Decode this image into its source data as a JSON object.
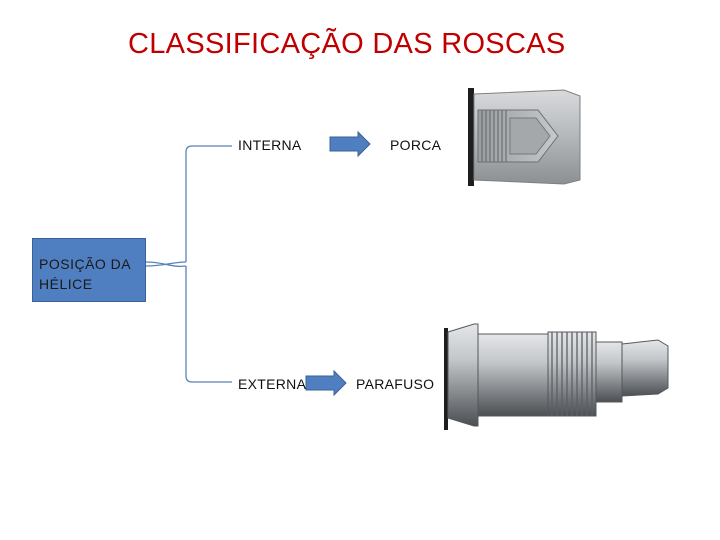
{
  "title": "CLASSIFICAÇÃO DAS ROSCAS",
  "root": {
    "line1": "POSIÇÃO DA",
    "line2": "HÉLICE"
  },
  "branches": [
    {
      "type": "INTERNA",
      "part": "PORCA"
    },
    {
      "type": "EXTERNA",
      "part": "PARAFUSO"
    }
  ],
  "colors": {
    "title": "#c00000",
    "box": "#4f7fc0",
    "arrow": "#4f7fc0",
    "bracket": "#5a82b8"
  },
  "images": [
    "nut-cutaway-image",
    "screw-shaft-image"
  ]
}
